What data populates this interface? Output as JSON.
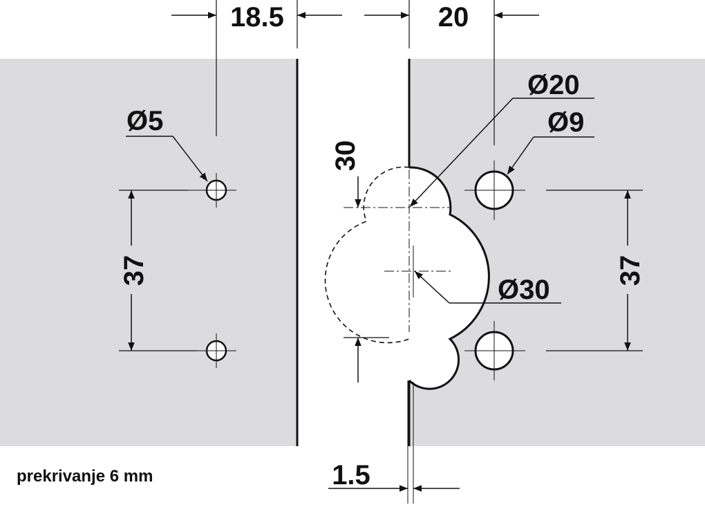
{
  "labels": {
    "dim_18_5": "18.5",
    "dim_20_top": "20",
    "dia_5": "Ø5",
    "dia_20": "Ø20",
    "dia_9": "Ø9",
    "dia_30": "Ø30",
    "dim_30": "30",
    "dim_37_left": "37",
    "dim_37_right": "37",
    "dim_1_5": "1.5"
  },
  "caption": "prekrivanje 6 mm",
  "colors": {
    "panel": "#dcdcde",
    "line": "#111111",
    "background": "#ffffff"
  }
}
